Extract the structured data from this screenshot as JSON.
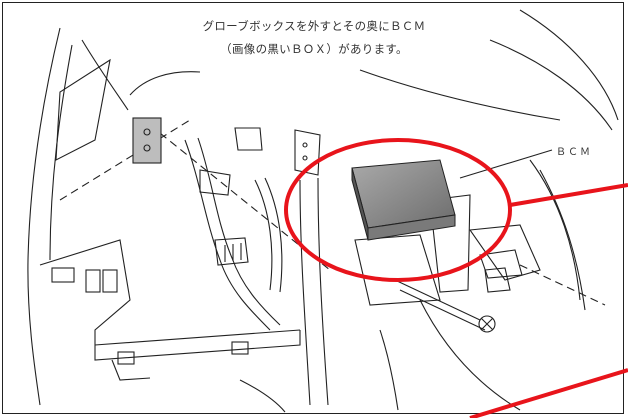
{
  "caption": {
    "line1": "グローブボックスを外すとその奥にＢＣＭ",
    "line2": "（画像の黒いＢＯＸ）があります。"
  },
  "callout": {
    "label": "ＢＣＭ"
  },
  "colors": {
    "highlight": "#e8141b",
    "line_art": "#222222",
    "module_fill": "#8c8c8c"
  }
}
